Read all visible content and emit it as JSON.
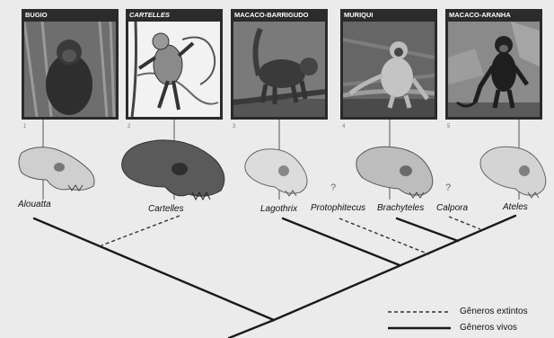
{
  "panels": [
    {
      "title": "BUGIO",
      "num": "1"
    },
    {
      "title": "CARTELLES",
      "num": "2"
    },
    {
      "title": "MACACO-BARRIGUDO",
      "num": "3"
    },
    {
      "title": "MURIQUI",
      "num": "4"
    },
    {
      "title": "MACACO-ARANHA",
      "num": "5"
    }
  ],
  "genera": {
    "alouatta": "Alouatta",
    "cartelles": "Cartelles",
    "lagothrix": "Lagothrix",
    "protophitecus": "Protophitecus",
    "brachyteles": "Brachyteles",
    "calpora": "Calpora",
    "ateles": "Ateles"
  },
  "unknown_marks": [
    "?",
    "?"
  ],
  "legend": {
    "extinct": "Gêneros extintos",
    "living": "Gêneros vivos"
  },
  "colors": {
    "background": "#ebebeb",
    "panel_header": "#2b2b2b",
    "living_line": "#1a1a1a",
    "extinct_line": "#333333"
  }
}
